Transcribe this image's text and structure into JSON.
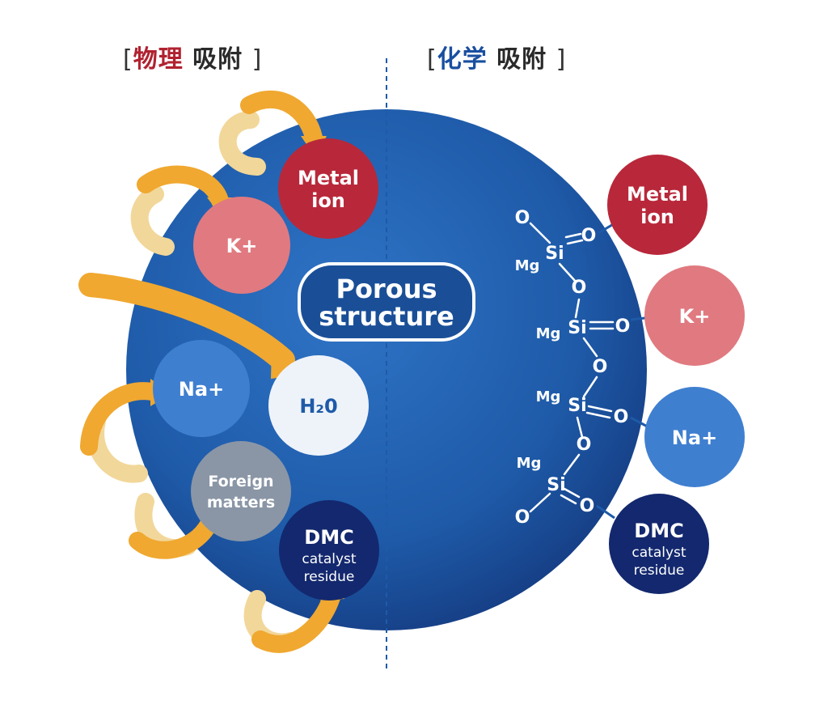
{
  "headings": {
    "left": {
      "open": "[",
      "accent": "物理",
      "rest": "吸附",
      "close": "]"
    },
    "right": {
      "open": "[",
      "accent": "化学",
      "rest": "吸附",
      "close": "]"
    }
  },
  "center_label": {
    "line1": "Porous",
    "line2": "structure"
  },
  "physical_particles": {
    "metal_ion": {
      "line1": "Metal",
      "line2": "ion"
    },
    "k_plus": "K+",
    "na_plus": "Na+",
    "h2o": "H₂0",
    "foreign_matters": {
      "line1": "Foreign",
      "line2": "matters"
    },
    "dmc": {
      "line1": "DMC",
      "line2": "catalyst",
      "line3": "residue"
    }
  },
  "chemical_particles": {
    "metal_ion": {
      "line1": "Metal",
      "line2": "ion"
    },
    "k_plus": "K+",
    "na_plus": "Na+",
    "dmc": {
      "line1": "DMC",
      "line2": "catalyst",
      "line3": "residue"
    }
  },
  "chemistry": {
    "o": "O",
    "si": "Si",
    "mg": "Mg",
    "double_bond": "="
  },
  "colors": {
    "sphere": "#1e5aa8",
    "sphere_dark": "#143f82",
    "metal_ion": "#b8283a",
    "k_plus": "#e07a80",
    "na_plus": "#3f7fd0",
    "h2o": "#eef3fa",
    "foreign_matters": "#8a96a6",
    "dmc": "#13286e",
    "arrow": "#f0a830"
  }
}
